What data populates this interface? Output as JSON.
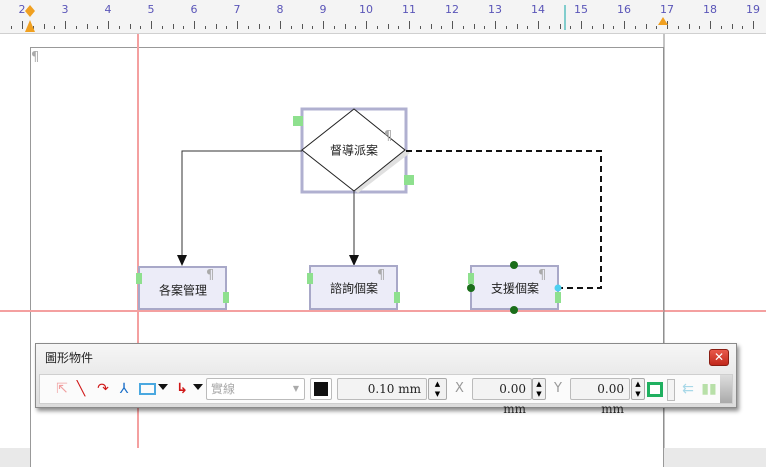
{
  "ruler": {
    "numbers": [
      2,
      3,
      4,
      5,
      6,
      7,
      8,
      9,
      10,
      11,
      12,
      13,
      14,
      15,
      16,
      17,
      18,
      19
    ]
  },
  "diagram": {
    "decision": {
      "label": "督導派案"
    },
    "nodes": [
      {
        "label": "各案管理"
      },
      {
        "label": "諮詢個案"
      },
      {
        "label": "支援個案"
      }
    ],
    "pilcrow": "¶"
  },
  "toolbar": {
    "title": "圖形物件",
    "close": "✕",
    "line_style": "實線",
    "line_width": "0.10 mm",
    "x_label": "X",
    "x_value": "0.00 mm",
    "y_label": "Y",
    "y_value": "0.00 mm",
    "spin_up": "▲",
    "spin_down": "▼"
  },
  "colors": {
    "guide": "#f08080",
    "ruler_num": "#5a55b8",
    "handle": "#8ee08e",
    "node_fill": "#ececf8"
  }
}
